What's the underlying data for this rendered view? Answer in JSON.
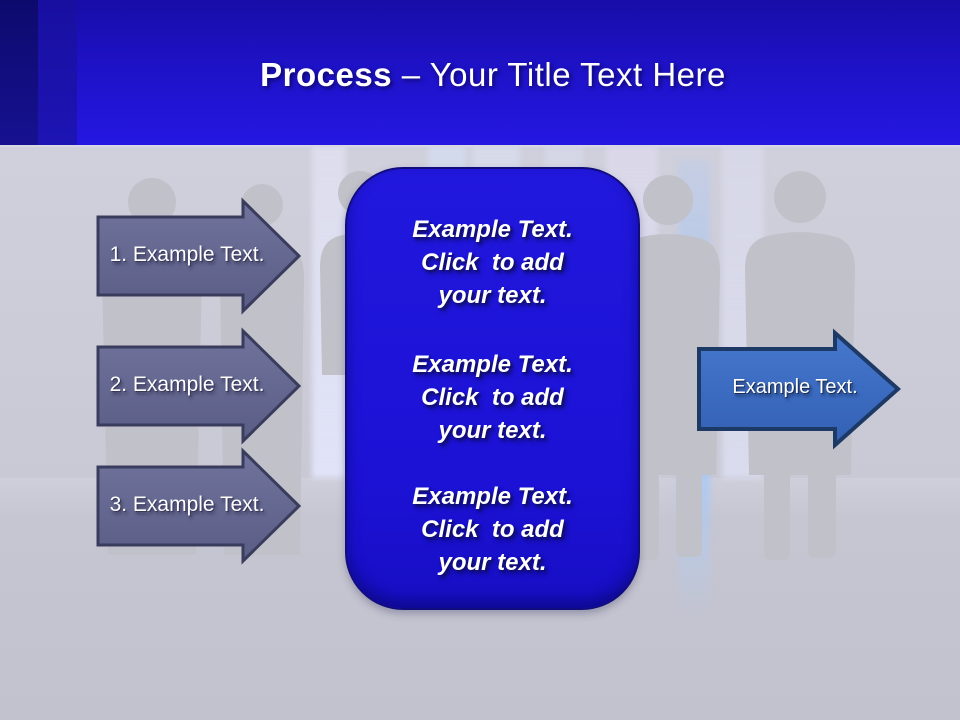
{
  "header": {
    "title_bold": "Process",
    "title_rest": " – Your Title Text Here"
  },
  "steps": [
    {
      "label": "1. Example Text."
    },
    {
      "label": "2. Example Text."
    },
    {
      "label": "3. Example Text."
    }
  ],
  "panel": {
    "blocks": [
      {
        "lines": [
          "Example Text.",
          "Click  to add",
          "your text."
        ]
      },
      {
        "lines": [
          "Example Text.",
          "Click  to add",
          "your text."
        ]
      },
      {
        "lines": [
          "Example Text.",
          "Click  to add",
          "your text."
        ]
      }
    ]
  },
  "output_arrow": {
    "label": "Example Text."
  },
  "background": {
    "decoration": "business-people-silhouettes-with-light-beams"
  },
  "colors": {
    "header_top": "#170da8",
    "header_bottom": "#2517e2",
    "header_band_dark": "#0d0a6e",
    "step_arrow_fill": "#63668f",
    "step_arrow_border": "#3a3c5e",
    "panel_fill": "#1d13d8",
    "panel_border": "#120d7e",
    "output_arrow_fill": "#3c6ec9",
    "output_arrow_border": "#1d3a66",
    "background_gray": "#c7c7d2",
    "text_white": "#ffffff"
  }
}
